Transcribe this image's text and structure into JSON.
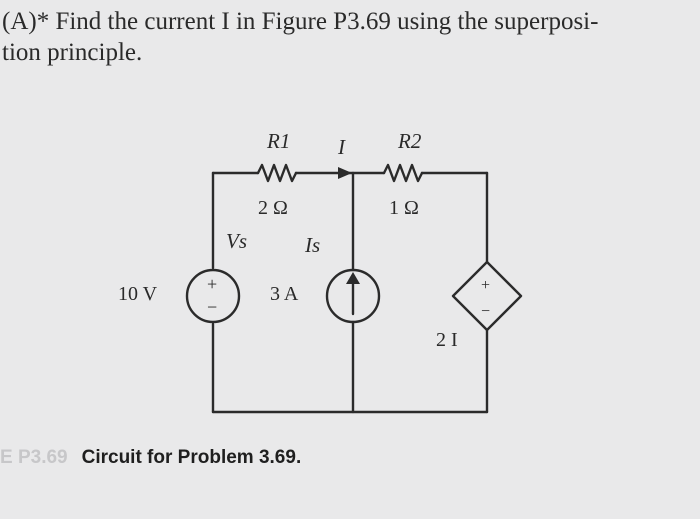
{
  "problem": {
    "line1": "(A)* Find the current I in Figure P3.69 using the superposi-",
    "line2": "tion principle."
  },
  "circuit": {
    "r1_label": "R1",
    "r1_value": "2 Ω",
    "r2_label": "R2",
    "r2_value": "1 Ω",
    "current_label": "I",
    "vs_label": "Vs",
    "is_label": "Is",
    "voltage_source_value": "10 V",
    "current_source_value": "3 A",
    "dependent_source_value": "2 I",
    "plus_sign": "+",
    "minus_sign": "−"
  },
  "caption": {
    "figure_number": "E P3.69",
    "title": "Circuit for Problem 3.69."
  }
}
